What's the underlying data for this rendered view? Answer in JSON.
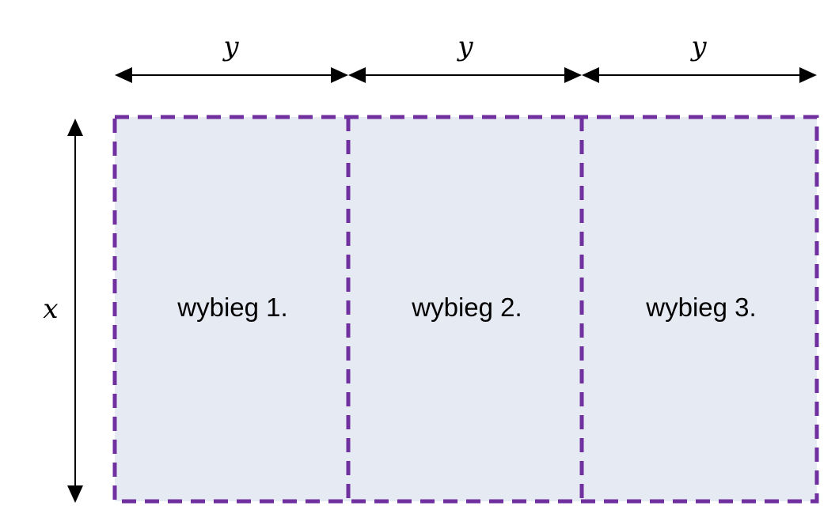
{
  "diagram": {
    "width_label": "y",
    "height_label": "x",
    "pens": [
      {
        "label": "wybieg 1."
      },
      {
        "label": "wybieg 2."
      },
      {
        "label": "wybieg 3."
      }
    ]
  },
  "colors": {
    "pen_fill": "#e6eaf3",
    "dashed_border": "#7030a0",
    "arrow": "#000000",
    "text": "#000000"
  }
}
